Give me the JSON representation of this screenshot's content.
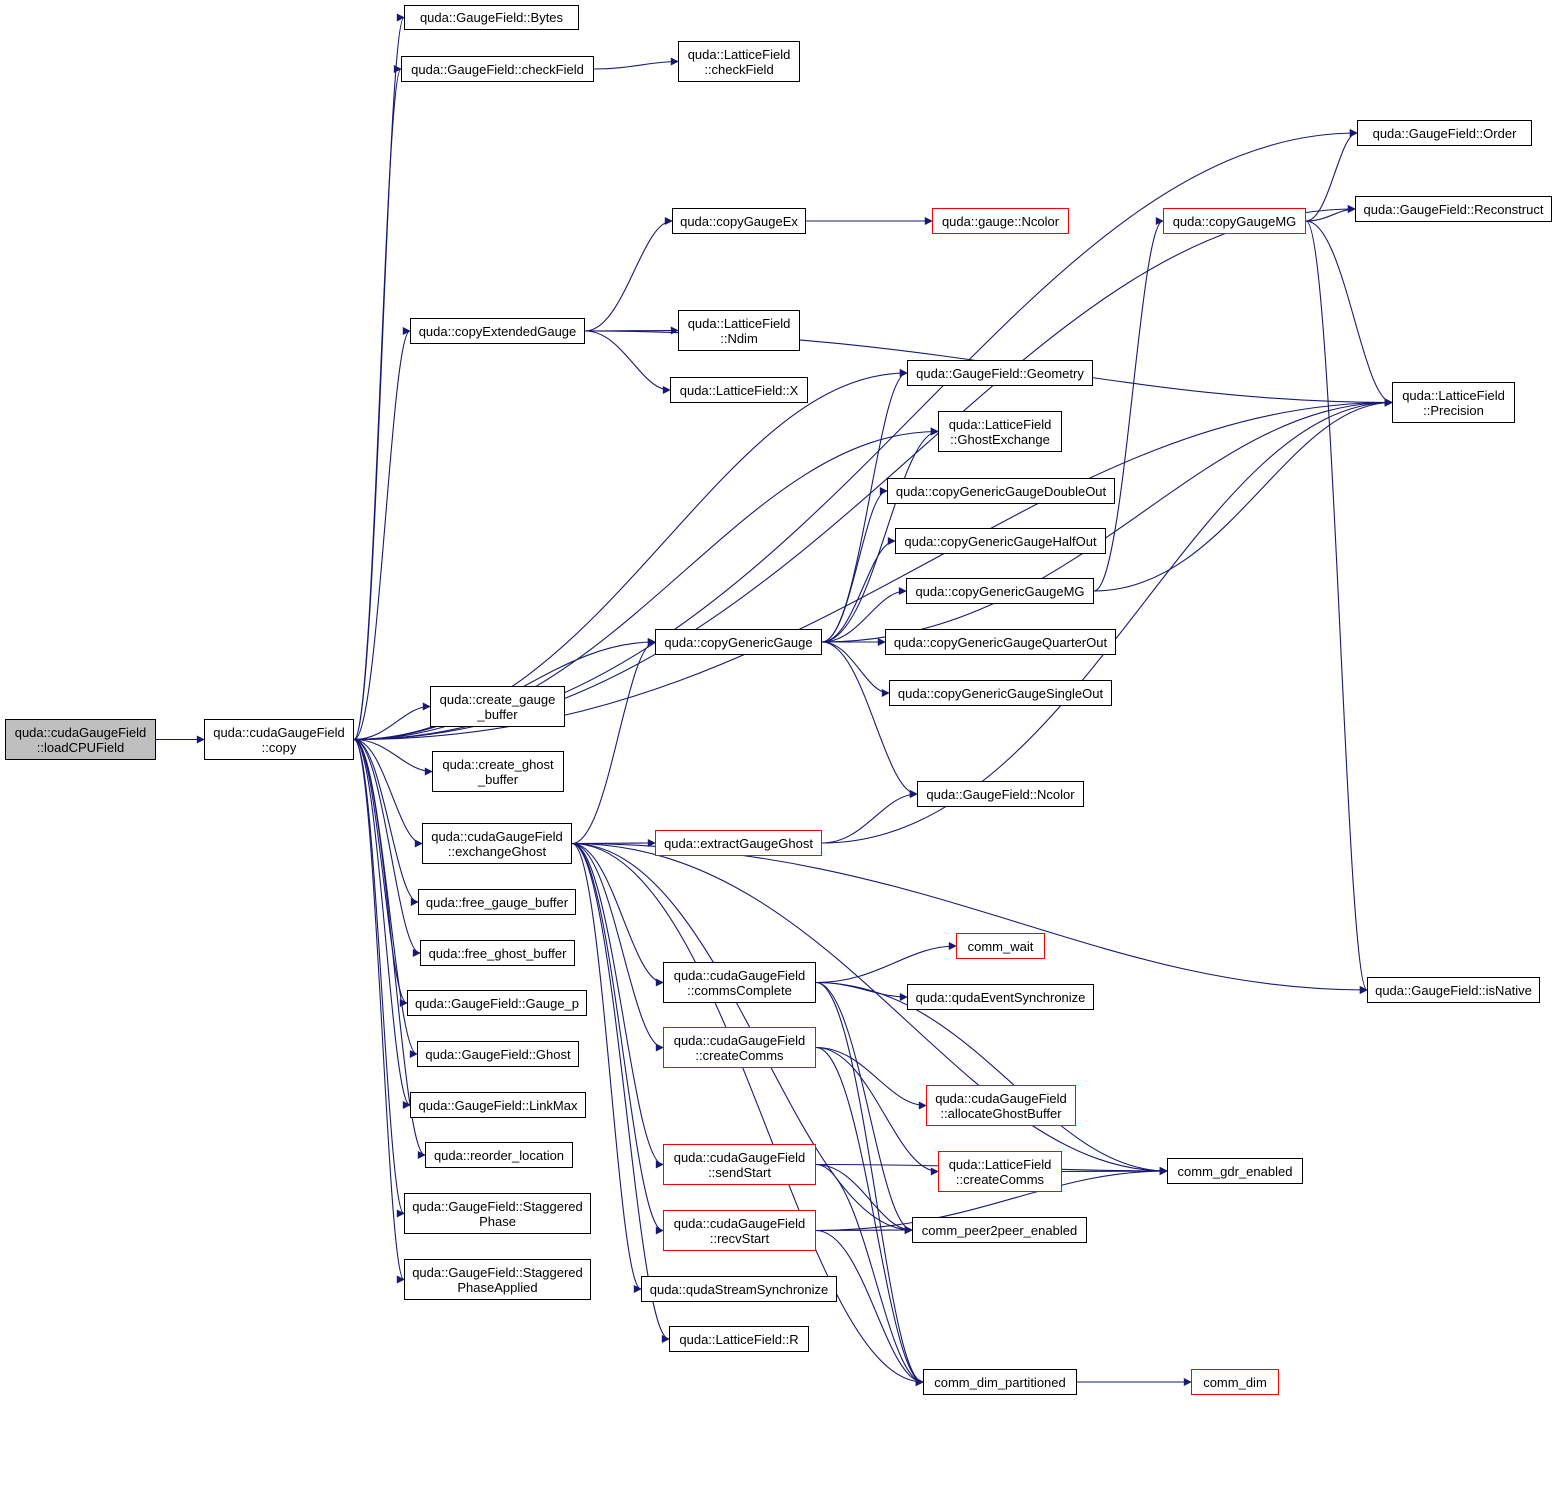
{
  "colors": {
    "edge": "#191970",
    "border": "#000000",
    "border_incomplete": "#ff0000",
    "root_fill": "#bfbfbf"
  },
  "nodes": [
    {
      "id": "root",
      "lines": [
        "quda::cudaGaugeField",
        "::loadCPUField"
      ],
      "root": true
    },
    {
      "id": "copy",
      "lines": [
        "quda::cudaGaugeField",
        "::copy"
      ]
    },
    {
      "id": "bytes",
      "lines": [
        "quda::GaugeField::Bytes"
      ]
    },
    {
      "id": "checkField",
      "lines": [
        "quda::GaugeField::checkField"
      ]
    },
    {
      "id": "lfCheckField",
      "lines": [
        "quda::LatticeField",
        "::checkField"
      ]
    },
    {
      "id": "order",
      "lines": [
        "quda::GaugeField::Order"
      ]
    },
    {
      "id": "reconstruct",
      "lines": [
        "quda::GaugeField::Reconstruct"
      ]
    },
    {
      "id": "copyGaugeEx",
      "lines": [
        "quda::copyGaugeEx"
      ]
    },
    {
      "id": "gaugeNcolor",
      "lines": [
        "quda::gauge::Ncolor"
      ],
      "red": true
    },
    {
      "id": "copyGaugeMG",
      "lines": [
        "quda::copyGaugeMG"
      ],
      "red": true
    },
    {
      "id": "copyExtendedGauge",
      "lines": [
        "quda::copyExtendedGauge"
      ]
    },
    {
      "id": "lfNdim",
      "lines": [
        "quda::LatticeField",
        "::Ndim"
      ]
    },
    {
      "id": "lfX",
      "lines": [
        "quda::LatticeField::X"
      ]
    },
    {
      "id": "geometry",
      "lines": [
        "quda::GaugeField::Geometry"
      ]
    },
    {
      "id": "precision",
      "lines": [
        "quda::LatticeField",
        "::Precision"
      ]
    },
    {
      "id": "ghostExchange",
      "lines": [
        "quda::LatticeField",
        "::GhostExchange"
      ]
    },
    {
      "id": "cgDoubleOut",
      "lines": [
        "quda::copyGenericGaugeDoubleOut"
      ]
    },
    {
      "id": "cgHalfOut",
      "lines": [
        "quda::copyGenericGaugeHalfOut"
      ]
    },
    {
      "id": "cgMG",
      "lines": [
        "quda::copyGenericGaugeMG"
      ]
    },
    {
      "id": "copyGenericGauge",
      "lines": [
        "quda::copyGenericGauge"
      ]
    },
    {
      "id": "cgQuarterOut",
      "lines": [
        "quda::copyGenericGaugeQuarterOut"
      ]
    },
    {
      "id": "cgSingleOut",
      "lines": [
        "quda::copyGenericGaugeSingleOut"
      ]
    },
    {
      "id": "createGaugeBuffer",
      "lines": [
        "quda::create_gauge",
        "_buffer"
      ]
    },
    {
      "id": "createGhostBuffer",
      "lines": [
        "quda::create_ghost",
        "_buffer"
      ]
    },
    {
      "id": "gfNcolor",
      "lines": [
        "quda::GaugeField::Ncolor"
      ]
    },
    {
      "id": "exchangeGhost",
      "lines": [
        "quda::cudaGaugeField",
        "::exchangeGhost"
      ]
    },
    {
      "id": "extractGaugeGhost",
      "lines": [
        "quda::extractGaugeGhost"
      ],
      "red": true
    },
    {
      "id": "freeGaugeBuffer",
      "lines": [
        "quda::free_gauge_buffer"
      ]
    },
    {
      "id": "freeGhostBuffer",
      "lines": [
        "quda::free_ghost_buffer"
      ]
    },
    {
      "id": "commWait",
      "lines": [
        "comm_wait"
      ],
      "red": true
    },
    {
      "id": "commsComplete",
      "lines": [
        "quda::cudaGaugeField",
        "::commsComplete"
      ]
    },
    {
      "id": "qudaEventSync",
      "lines": [
        "quda::qudaEventSynchronize"
      ]
    },
    {
      "id": "isNative",
      "lines": [
        "quda::GaugeField::isNative"
      ]
    },
    {
      "id": "gaugeP",
      "lines": [
        "quda::GaugeField::Gauge_p"
      ]
    },
    {
      "id": "ghost",
      "lines": [
        "quda::GaugeField::Ghost"
      ]
    },
    {
      "id": "createComms",
      "lines": [
        "quda::cudaGaugeField",
        "::createComms"
      ],
      "red": true
    },
    {
      "id": "allocateGhostBuffer",
      "lines": [
        "quda::cudaGaugeField",
        "::allocateGhostBuffer"
      ],
      "red": true
    },
    {
      "id": "linkMax",
      "lines": [
        "quda::GaugeField::LinkMax"
      ]
    },
    {
      "id": "reorderLocation",
      "lines": [
        "quda::reorder_location"
      ]
    },
    {
      "id": "sendStart",
      "lines": [
        "quda::cudaGaugeField",
        "::sendStart"
      ],
      "red": true
    },
    {
      "id": "lfCreateComms",
      "lines": [
        "quda::LatticeField",
        "::createComms"
      ],
      "red": true
    },
    {
      "id": "commGdrEnabled",
      "lines": [
        "comm_gdr_enabled"
      ]
    },
    {
      "id": "staggeredPhase",
      "lines": [
        "quda::GaugeField::Staggered",
        "Phase"
      ]
    },
    {
      "id": "recvStart",
      "lines": [
        "quda::cudaGaugeField",
        "::recvStart"
      ],
      "red": true
    },
    {
      "id": "commPeer2Peer",
      "lines": [
        "comm_peer2peer_enabled"
      ]
    },
    {
      "id": "staggeredPhaseApplied",
      "lines": [
        "quda::GaugeField::Staggered",
        "PhaseApplied"
      ]
    },
    {
      "id": "qudaStreamSync",
      "lines": [
        "quda::qudaStreamSynchronize"
      ]
    },
    {
      "id": "lfR",
      "lines": [
        "quda::LatticeField::R"
      ]
    },
    {
      "id": "commDimPartitioned",
      "lines": [
        "comm_dim_partitioned"
      ]
    },
    {
      "id": "commDim",
      "lines": [
        "comm_dim"
      ],
      "red": true
    }
  ],
  "edges": [
    [
      "root",
      "copy"
    ],
    [
      "copy",
      "bytes"
    ],
    [
      "copy",
      "checkField"
    ],
    [
      "copy",
      "order"
    ],
    [
      "copy",
      "reconstruct"
    ],
    [
      "copy",
      "copyExtendedGauge"
    ],
    [
      "copy",
      "precision"
    ],
    [
      "copy",
      "geometry"
    ],
    [
      "copy",
      "ghostExchange"
    ],
    [
      "copy",
      "copyGenericGauge"
    ],
    [
      "copy",
      "createGaugeBuffer"
    ],
    [
      "copy",
      "createGhostBuffer"
    ],
    [
      "copy",
      "exchangeGhost"
    ],
    [
      "copy",
      "freeGaugeBuffer"
    ],
    [
      "copy",
      "freeGhostBuffer"
    ],
    [
      "copy",
      "gaugeP"
    ],
    [
      "copy",
      "ghost"
    ],
    [
      "copy",
      "linkMax"
    ],
    [
      "copy",
      "reorderLocation"
    ],
    [
      "copy",
      "staggeredPhase"
    ],
    [
      "copy",
      "staggeredPhaseApplied"
    ],
    [
      "checkField",
      "lfCheckField"
    ],
    [
      "copyExtendedGauge",
      "copyGaugeEx"
    ],
    [
      "copyExtendedGauge",
      "lfNdim"
    ],
    [
      "copyExtendedGauge",
      "lfX"
    ],
    [
      "copyExtendedGauge",
      "precision"
    ],
    [
      "copyGaugeEx",
      "gaugeNcolor"
    ],
    [
      "copyGaugeMG",
      "order"
    ],
    [
      "copyGaugeMG",
      "reconstruct"
    ],
    [
      "copyGaugeMG",
      "precision"
    ],
    [
      "copyGaugeMG",
      "isNative"
    ],
    [
      "copyGenericGauge",
      "geometry"
    ],
    [
      "copyGenericGauge",
      "ghostExchange"
    ],
    [
      "copyGenericGauge",
      "cgDoubleOut"
    ],
    [
      "copyGenericGauge",
      "cgHalfOut"
    ],
    [
      "copyGenericGauge",
      "cgMG"
    ],
    [
      "copyGenericGauge",
      "cgQuarterOut"
    ],
    [
      "copyGenericGauge",
      "cgSingleOut"
    ],
    [
      "copyGenericGauge",
      "precision"
    ],
    [
      "copyGenericGauge",
      "gfNcolor"
    ],
    [
      "cgMG",
      "copyGaugeMG"
    ],
    [
      "cgMG",
      "precision"
    ],
    [
      "exchangeGhost",
      "copyGenericGauge"
    ],
    [
      "exchangeGhost",
      "extractGaugeGhost"
    ],
    [
      "exchangeGhost",
      "commGdrEnabled"
    ],
    [
      "exchangeGhost",
      "commsComplete"
    ],
    [
      "exchangeGhost",
      "createComms"
    ],
    [
      "exchangeGhost",
      "sendStart"
    ],
    [
      "exchangeGhost",
      "recvStart"
    ],
    [
      "exchangeGhost",
      "qudaStreamSync"
    ],
    [
      "exchangeGhost",
      "lfR"
    ],
    [
      "exchangeGhost",
      "commDimPartitioned"
    ],
    [
      "exchangeGhost",
      "commPeer2Peer"
    ],
    [
      "exchangeGhost",
      "isNative"
    ],
    [
      "extractGaugeGhost",
      "gfNcolor"
    ],
    [
      "extractGaugeGhost",
      "precision"
    ],
    [
      "commsComplete",
      "commWait"
    ],
    [
      "commsComplete",
      "qudaEventSync"
    ],
    [
      "commsComplete",
      "commGdrEnabled"
    ],
    [
      "commsComplete",
      "commPeer2Peer"
    ],
    [
      "commsComplete",
      "commDimPartitioned"
    ],
    [
      "createComms",
      "allocateGhostBuffer"
    ],
    [
      "createComms",
      "lfCreateComms"
    ],
    [
      "createComms",
      "commDimPartitioned"
    ],
    [
      "lfCreateComms",
      "commGdrEnabled"
    ],
    [
      "sendStart",
      "commPeer2Peer"
    ],
    [
      "sendStart",
      "commGdrEnabled"
    ],
    [
      "sendStart",
      "commDimPartitioned"
    ],
    [
      "recvStart",
      "commPeer2Peer"
    ],
    [
      "recvStart",
      "commGdrEnabled"
    ],
    [
      "recvStart",
      "commDimPartitioned"
    ],
    [
      "commDimPartitioned",
      "commDim"
    ]
  ]
}
